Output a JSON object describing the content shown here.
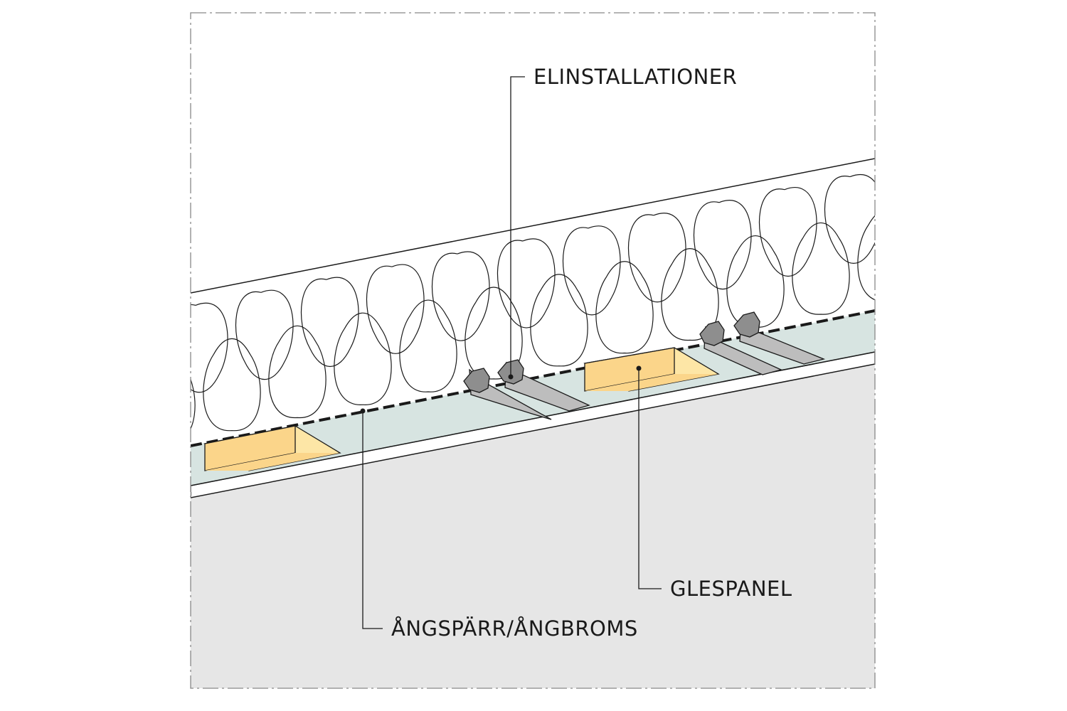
{
  "labels": {
    "elinstallationer": "ELINSTALLATIONER",
    "glespanel": "GLESPANEL",
    "angsparr": "ÅNGSPÄRR/ÅNGBROMS"
  },
  "colors": {
    "background": "#ffffff",
    "ceiling_board": "#e6e6e6",
    "vapour_layer": "#d7e4e1",
    "batten_face": "#fbd58a",
    "batten_top": "#fde6a6",
    "conduit": "#bdbdbd",
    "conduit_end": "#8e8e8e",
    "line": "#1a1a1a",
    "frame": "#888888"
  }
}
